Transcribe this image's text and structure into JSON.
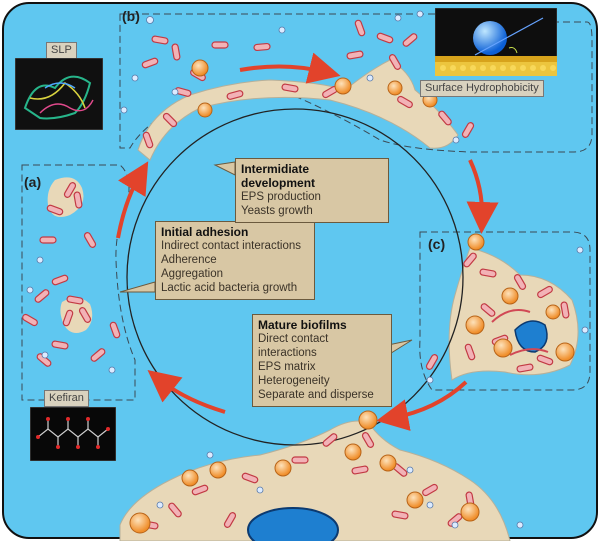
{
  "panels": {
    "a": "(a)",
    "b": "(b)",
    "c": "(c)"
  },
  "tags": {
    "slp": "SLP",
    "kefiran": "Kefiran",
    "hydro": "Surface Hydrophobicity"
  },
  "callouts": {
    "initial": {
      "title": "Initial adhesion",
      "lines": [
        "Indirect contact interactions",
        "Adherence",
        "Aggregation",
        "Lactic acid bacteria growth"
      ]
    },
    "intermediate": {
      "title": "Intermidiate development",
      "lines": [
        "EPS production",
        "Yeasts growth"
      ]
    },
    "mature": {
      "title": "Mature biofilms",
      "lines": [
        "Direct contact interactions",
        "EPS matrix",
        "Heterogeneity",
        "Separate and disperse"
      ]
    }
  },
  "colors": {
    "background": "#5fc7f0",
    "eps_matrix": "#e8d8b8",
    "bacteria": "#f2b2b6",
    "bacteria_outline": "#c23a44",
    "yeast": "#f4a64c",
    "cycle_arrow": "#e2432b",
    "nucleus": "#1e7fd0"
  }
}
